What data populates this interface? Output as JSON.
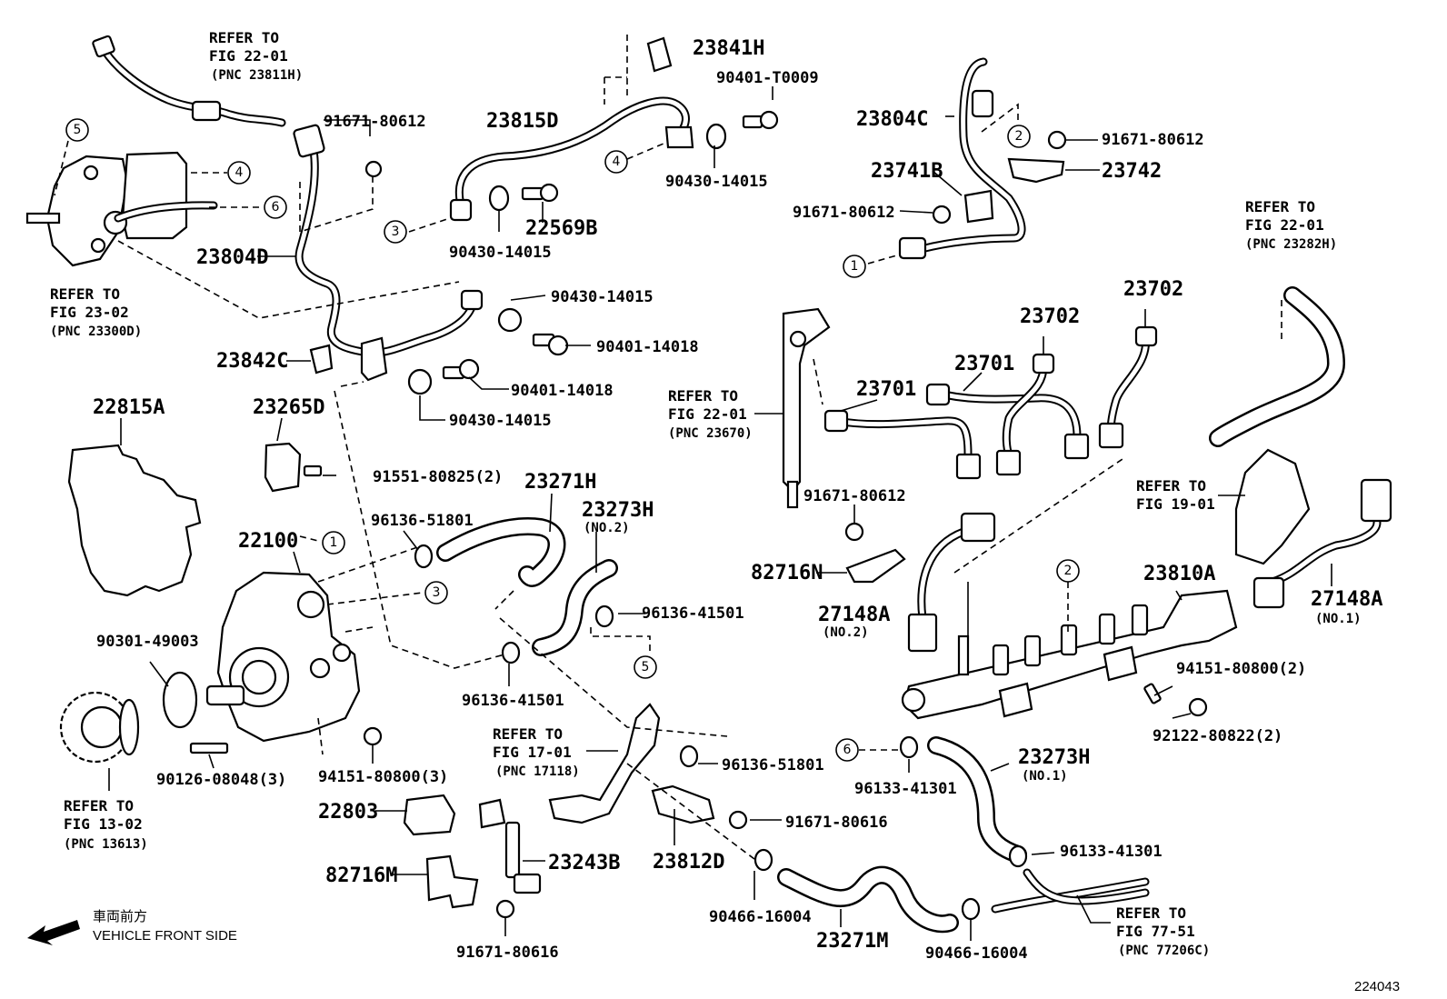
{
  "diagram_id": "224043",
  "front_marker": {
    "jp": "車両前方",
    "en": "VEHICLE FRONT SIDE"
  },
  "callouts": [
    "1",
    "2",
    "3",
    "4",
    "5",
    "6"
  ],
  "labels": {
    "p23841H": "23841H",
    "p90401T0009": "90401-T0009",
    "p23815D": "23815D",
    "p90430_14015_a": "90430-14015",
    "p90430_14015_b": "90430-14015",
    "p90430_14015_c": "90430-14015",
    "p90430_14015_d": "90430-14015",
    "p22569B": "22569B",
    "p23804D": "23804D",
    "p91671_80612_a": "91671-80612",
    "p91671_80612_b": "91671-80612",
    "p91671_80612_c": "91671-80612",
    "p91671_80612_d": "91671-80612",
    "p90401_14018_a": "90401-14018",
    "p90401_14018_b": "90401-14018",
    "p23842C": "23842C",
    "p22815A": "22815A",
    "p23265D": "23265D",
    "p91551": "91551-80825(2)",
    "p23271H": "23271H",
    "p23273H_2": "23273H",
    "p23273H_2_note": "(NO.2)",
    "p96136_51801_a": "96136-51801",
    "p96136_51801_b": "96136-51801",
    "p22100": "22100",
    "p96136_41501_a": "96136-41501",
    "p96136_41501_b": "96136-41501",
    "p90301": "90301-49003",
    "p90126": "90126-08048(3)",
    "p94151_a": "94151-80800(3)",
    "p94151_b": "94151-80800(2)",
    "p92122": "92122-80822(2)",
    "p22803": "22803",
    "p23243B": "23243B",
    "p82716M": "82716M",
    "p91671_80616_a": "91671-80616",
    "p91671_80616_b": "91671-80616",
    "p23812D": "23812D",
    "p90466_a": "90466-16004",
    "p90466_b": "90466-16004",
    "p23271M": "23271M",
    "p23804C": "23804C",
    "p23741B": "23741B",
    "p23742": "23742",
    "p23702_a": "23702",
    "p23702_b": "23702",
    "p23701_a": "23701",
    "p23701_b": "23701",
    "p82716N": "82716N",
    "p27148A_2": "27148A",
    "p27148A_2_note": "(NO.2)",
    "p27148A_1": "27148A",
    "p27148A_1_note": "(NO.1)",
    "p23810A": "23810A",
    "p96133_a": "96133-41301",
    "p96133_b": "96133-41301",
    "p23273H_1": "23273H",
    "p23273H_1_note": "(NO.1)"
  },
  "refer_notes": {
    "r1": {
      "line1": "REFER TO",
      "line2": "FIG 22-01",
      "line3": "(PNC 23811H)"
    },
    "r2": {
      "line1": "REFER TO",
      "line2": "FIG 23-02",
      "line3": "(PNC 23300D)"
    },
    "r3": {
      "line1": "REFER TO",
      "line2": "FIG 22-01",
      "line3": "(PNC 23282H)"
    },
    "r4": {
      "line1": "REFER TO",
      "line2": "FIG 22-01",
      "line3": "(PNC 23670)"
    },
    "r5": {
      "line1": "REFER TO",
      "line2": "FIG 19-01"
    },
    "r6": {
      "line1": "REFER TO",
      "line2": "FIG 17-01",
      "line3": "(PNC 17118)"
    },
    "r7": {
      "line1": "REFER TO",
      "line2": "FIG 13-02",
      "line3": "(PNC 13613)"
    },
    "r8": {
      "line1": "REFER TO",
      "line2": "FIG 77-51",
      "line3": "(PNC 77206C)"
    }
  }
}
